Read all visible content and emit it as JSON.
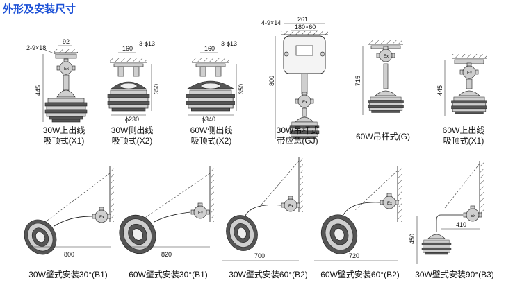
{
  "title": "外形及安装尺寸",
  "accent": "#1a4fd6",
  "top_row": [
    {
      "line1": "30W上出线",
      "line2": "吸顶式(X1)",
      "dims": [
        "2-9×18",
        "92",
        "445"
      ]
    },
    {
      "line1": "30W侧出线",
      "line2": "吸顶式(X2)",
      "dims": [
        "160",
        "3-ϕ13",
        "350",
        "ϕ230"
      ]
    },
    {
      "line1": "60W侧出线",
      "line2": "吸顶式(X2)",
      "dims": [
        "160",
        "3-ϕ13",
        "350",
        "ϕ340"
      ]
    },
    {
      "line1": "30W吊杆式",
      "line2": "带应急(GJ)",
      "dims": [
        "4-9×14",
        "261",
        "180×60",
        "800"
      ]
    },
    {
      "line1": "60W吊杆式(G)",
      "line2": "",
      "dims": [
        "715"
      ]
    },
    {
      "line1": "60W上出线",
      "line2": "吸顶式(X1)",
      "dims": [
        "445"
      ]
    }
  ],
  "bottom_row": [
    {
      "label": "30W壁式安装30°(B1)",
      "dims": [
        "800"
      ]
    },
    {
      "label": "60W壁式安装30°(B1)",
      "dims": [
        "820"
      ]
    },
    {
      "label": "30W壁式安装60°(B2)",
      "dims": [
        "700"
      ]
    },
    {
      "label": "60W壁式安装60°(B2)",
      "dims": [
        "720"
      ]
    },
    {
      "label": "30W壁式安装90°(B3)",
      "dims": [
        "410",
        "450"
      ]
    }
  ]
}
